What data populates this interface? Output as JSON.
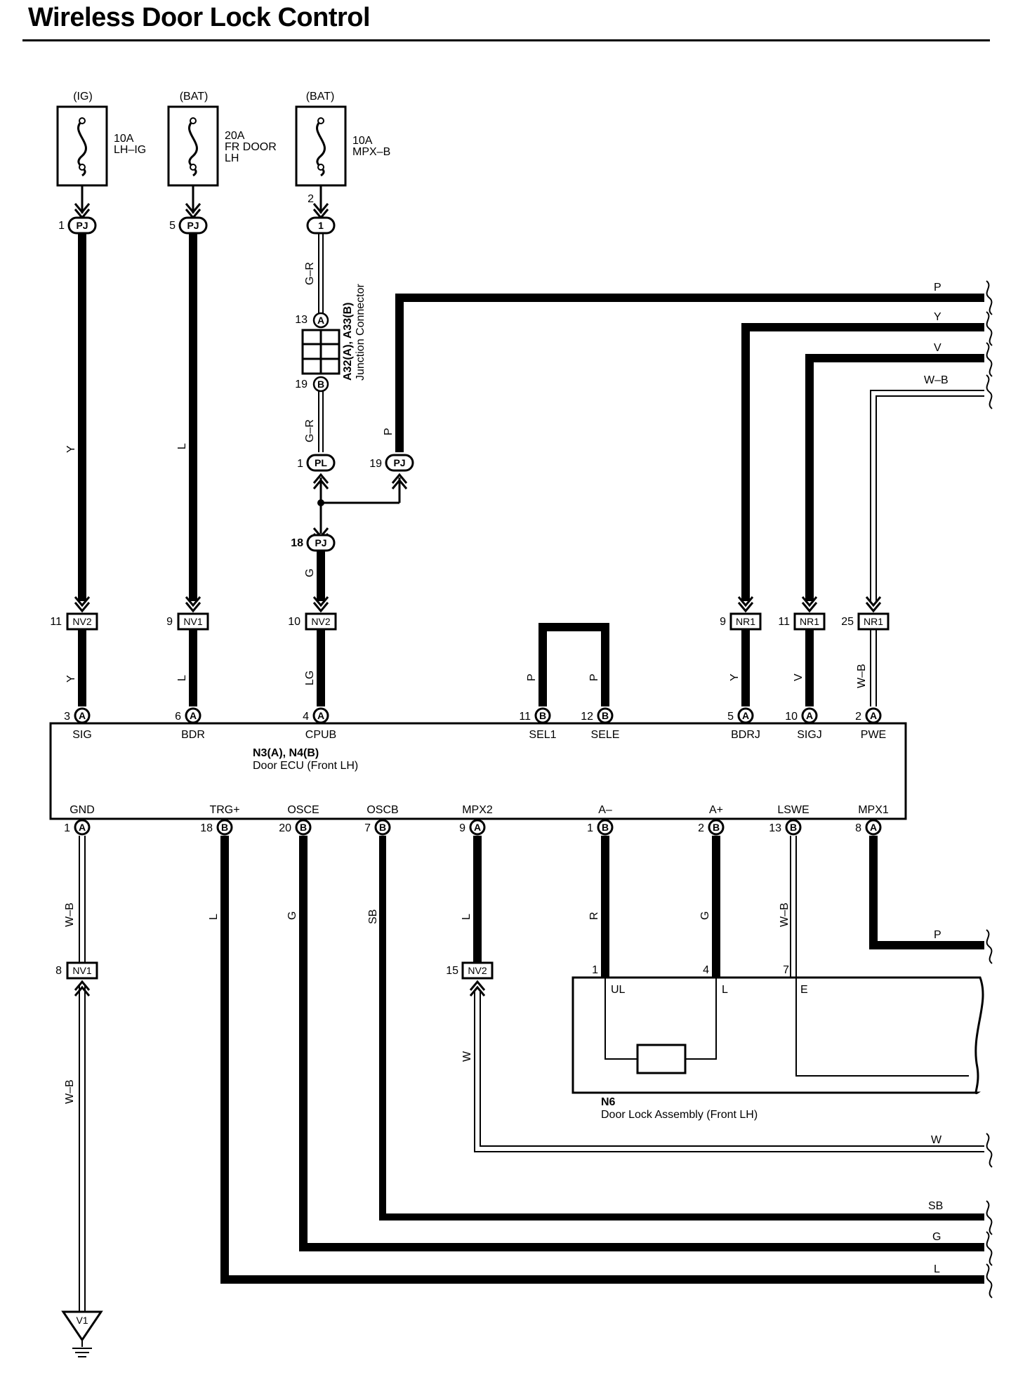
{
  "title": "Wireless Door Lock Control",
  "colors": {
    "wire": "#000000",
    "background": "#ffffff"
  },
  "fuses": [
    {
      "source": "(IG)",
      "amp": "10A",
      "name1": "LH–IG",
      "name2": ""
    },
    {
      "source": "(BAT)",
      "amp": "20A",
      "name1": "FR DOOR",
      "name2": "LH"
    },
    {
      "source": "(BAT)",
      "amp": "10A",
      "name1": "MPX–B",
      "name2": ""
    }
  ],
  "junction_connector": {
    "label1": "A32(A), A33(B)",
    "label2": "Junction Connector"
  },
  "ecu": {
    "label1": "N3(A), N4(B)",
    "label2": "Door ECU (Front LH)"
  },
  "door_lock": {
    "label1": "N6",
    "label2": "Door Lock Assembly (Front LH)",
    "pins": [
      {
        "num": "1",
        "name": "UL"
      },
      {
        "num": "4",
        "name": "L"
      },
      {
        "num": "7",
        "name": "E"
      }
    ]
  },
  "ground": {
    "label": "V1"
  },
  "ecu_pins_top": [
    {
      "num": "3",
      "conn": "A",
      "name": "SIG"
    },
    {
      "num": "6",
      "conn": "A",
      "name": "BDR"
    },
    {
      "num": "4",
      "conn": "A",
      "name": "CPUB"
    },
    {
      "num": "11",
      "conn": "B",
      "name": "SEL1"
    },
    {
      "num": "12",
      "conn": "B",
      "name": "SELE"
    },
    {
      "num": "5",
      "conn": "A",
      "name": "BDRJ"
    },
    {
      "num": "10",
      "conn": "A",
      "name": "SIGJ"
    },
    {
      "num": "2",
      "conn": "A",
      "name": "PWE"
    }
  ],
  "ecu_pins_bottom": [
    {
      "num": "1",
      "conn": "A",
      "name": "GND"
    },
    {
      "num": "18",
      "conn": "B",
      "name": "TRG+"
    },
    {
      "num": "20",
      "conn": "B",
      "name": "OSCE"
    },
    {
      "num": "7",
      "conn": "B",
      "name": "OSCB"
    },
    {
      "num": "9",
      "conn": "A",
      "name": "MPX2"
    },
    {
      "num": "1",
      "conn": "B",
      "name": "A–"
    },
    {
      "num": "2",
      "conn": "B",
      "name": "A+"
    },
    {
      "num": "13",
      "conn": "B",
      "name": "LSWE"
    },
    {
      "num": "8",
      "conn": "A",
      "name": "MPX1"
    }
  ],
  "connectors": [
    {
      "num": "1",
      "name": "PJ"
    },
    {
      "num": "5",
      "name": "PJ"
    },
    {
      "num": "2",
      "name": "1"
    },
    {
      "num": "13",
      "name": "A"
    },
    {
      "num": "19",
      "name": "B"
    },
    {
      "num": "1",
      "name": "PL"
    },
    {
      "num": "19",
      "name": "PJ"
    },
    {
      "num": "18",
      "name": "PJ"
    },
    {
      "num": "11",
      "name": "NV2"
    },
    {
      "num": "9",
      "name": "NV1"
    },
    {
      "num": "10",
      "name": "NV2"
    },
    {
      "num": "9",
      "name": "NR1"
    },
    {
      "num": "11",
      "name": "NR1"
    },
    {
      "num": "25",
      "name": "NR1"
    },
    {
      "num": "8",
      "name": "NV1"
    },
    {
      "num": "15",
      "name": "NV2"
    }
  ],
  "wire_colors": [
    "Y",
    "L",
    "G–R",
    "G–R",
    "P",
    "G",
    "Y",
    "L",
    "LG",
    "P",
    "P",
    "Y",
    "V",
    "W–B",
    "W–B",
    "L",
    "G",
    "SB",
    "L",
    "R",
    "G",
    "W–B",
    "W–B",
    "W",
    "P",
    "Y",
    "V",
    "W–B",
    "P",
    "W",
    "SB",
    "G",
    "L"
  ]
}
